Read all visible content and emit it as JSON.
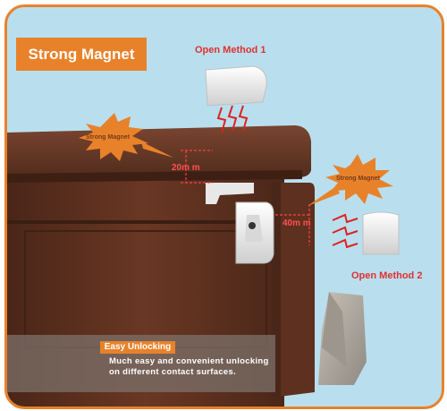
{
  "title": "Strong Magnet",
  "open_method_1": "Open Method 1",
  "open_method_2": "Open Method 2",
  "burst_label_1": "Strong Magnet",
  "burst_label_2": "Strong Magnet",
  "dimension_1": "20m m",
  "dimension_2": "40m m",
  "easy_unlocking": {
    "title": "Easy Unlocking",
    "description": "Much easy and convenient unlocking on different contact surfaces."
  },
  "colors": {
    "accent": "#e8822a",
    "background": "#b9dfee",
    "wood": "#5a2f1f",
    "highlight": "#e03030"
  }
}
